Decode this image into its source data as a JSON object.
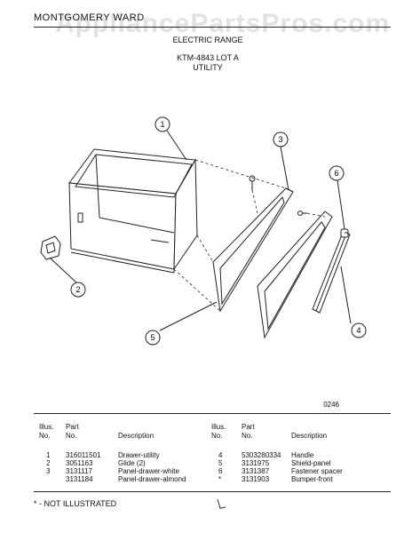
{
  "header": {
    "brand": "MONTGOMERY WARD",
    "watermark": "AppliancePartsPros.com",
    "product": "ELECTRIC RANGE",
    "model": "KTM-4843 LOT A",
    "section": "UTILITY"
  },
  "diagram": {
    "callouts": [
      "1",
      "2",
      "3",
      "4",
      "5",
      "6"
    ]
  },
  "catalog_code": "0246",
  "table": {
    "headers": {
      "illus_no": [
        "Illus.",
        "No."
      ],
      "part_no": [
        "Part",
        "No."
      ],
      "description": "Description"
    },
    "left_rows": [
      {
        "illus": "1",
        "part": "316011501",
        "desc": "Drawer-utility"
      },
      {
        "illus": "2",
        "part": "3051163",
        "desc": "Glide (2)"
      },
      {
        "illus": "3",
        "part": "3131117",
        "desc": "Panel-drawer-white"
      },
      {
        "illus": "",
        "part": "3131184",
        "desc": "Panel-drawer-almond"
      }
    ],
    "right_rows": [
      {
        "illus": "4",
        "part": "5303280334",
        "desc": "Handle"
      },
      {
        "illus": "5",
        "part": "3131975",
        "desc": "Shield-panel"
      },
      {
        "illus": "6",
        "part": "3131387",
        "desc": "Fastener spacer"
      },
      {
        "illus": "*",
        "part": "3131903",
        "desc": "Bumper-front"
      }
    ]
  },
  "footnote": "* - NOT ILLUSTRATED"
}
